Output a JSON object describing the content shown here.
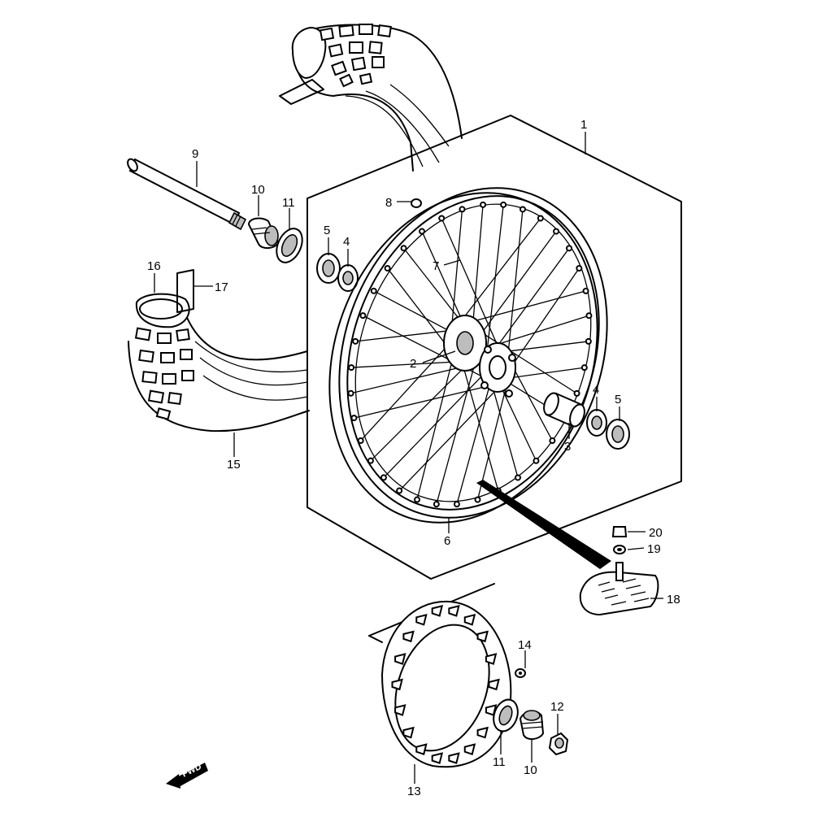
{
  "fwd_label": "FWD",
  "callouts": [
    {
      "id": "c1",
      "label": "1"
    },
    {
      "id": "c2",
      "label": "2"
    },
    {
      "id": "c3",
      "label": "3"
    },
    {
      "id": "c4a",
      "label": "4"
    },
    {
      "id": "c4b",
      "label": "4"
    },
    {
      "id": "c5a",
      "label": "5"
    },
    {
      "id": "c5b",
      "label": "5"
    },
    {
      "id": "c6",
      "label": "6"
    },
    {
      "id": "c7",
      "label": "7"
    },
    {
      "id": "c8",
      "label": "8"
    },
    {
      "id": "c9",
      "label": "9"
    },
    {
      "id": "c10a",
      "label": "10"
    },
    {
      "id": "c10b",
      "label": "10"
    },
    {
      "id": "c11a",
      "label": "11"
    },
    {
      "id": "c11b",
      "label": "11"
    },
    {
      "id": "c12",
      "label": "12"
    },
    {
      "id": "c13",
      "label": "13"
    },
    {
      "id": "c14",
      "label": "14"
    },
    {
      "id": "c15",
      "label": "15"
    },
    {
      "id": "c16",
      "label": "16"
    },
    {
      "id": "c17",
      "label": "17"
    },
    {
      "id": "c18",
      "label": "18"
    },
    {
      "id": "c19",
      "label": "19"
    },
    {
      "id": "c20",
      "label": "20"
    }
  ]
}
